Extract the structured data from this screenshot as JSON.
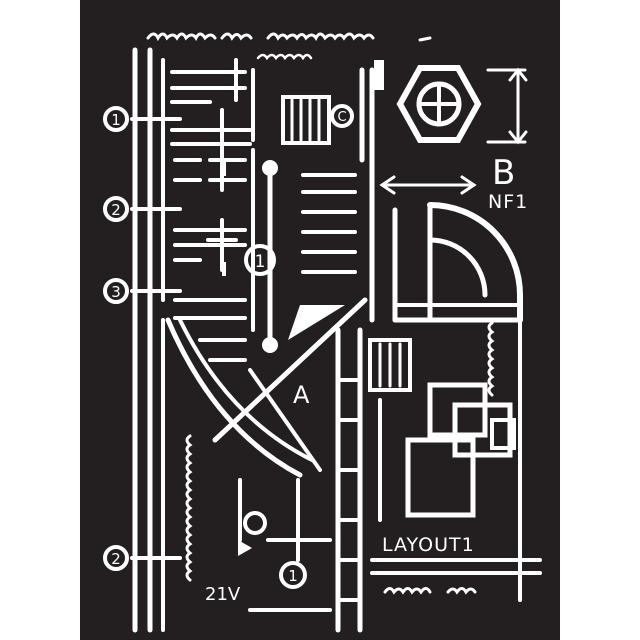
{
  "colors": {
    "background": "#ffffff",
    "panel": "#231f20",
    "ink": "#ffffff"
  },
  "labels": {
    "marker_1": "1",
    "marker_2": "2",
    "marker_3": "3",
    "marker_bottom": "2",
    "letter_b": "B",
    "nf1": "NF1",
    "letter_a": "A",
    "layout1": "LAYOUT1",
    "voltage": "21V",
    "circle_mid": "1",
    "circle_low": "1",
    "small_c": "C"
  }
}
